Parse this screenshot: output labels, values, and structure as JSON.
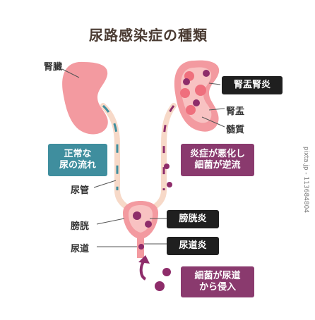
{
  "title": "尿路感染症の種類",
  "labels": {
    "kidney": "腎臓",
    "ureter": "尿管",
    "bladder": "膀胱",
    "urethra": "尿道",
    "pelvis": "腎盂",
    "medulla": "髄質"
  },
  "callouts": {
    "pyelonephritis": "腎盂腎炎",
    "normal_flow": "正常な\n尿の流れ",
    "reflux": "炎症が悪化し\n細菌が逆流",
    "cystitis": "膀胱炎",
    "urethritis": "尿道炎",
    "invasion": "細菌が尿道\nから侵入"
  },
  "side_text": "pixta.jp - 113684804",
  "colors": {
    "kidney": "#f39aa0",
    "kidney_inner": "#f8c2c2",
    "bacteria": "#8e2c6a",
    "tube": "#f7d9c8",
    "normal_accent": "#3f8e9e"
  }
}
